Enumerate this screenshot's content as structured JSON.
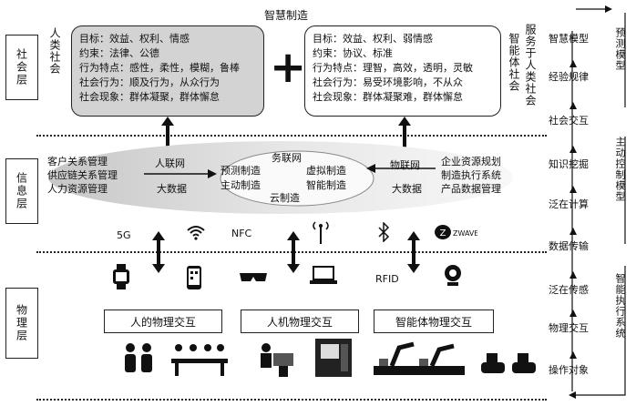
{
  "title": "智慧制造",
  "layers": {
    "social": "社会层",
    "info": "信息层",
    "physical": "物理层"
  },
  "human_society_label": "人类社会",
  "left_box": [
    "目标：效益、权利、情感",
    "约束：法律、公德",
    "行为特点：感性，柔性，模糊，鲁棒",
    "社会行为：顺及行为，从众行为",
    "社会现象：群体凝聚，群体懈怠"
  ],
  "right_box": [
    "目标：效益、权利、弱情感",
    "约束：协议、标准",
    "行为特点：理智，高效，透明，灵敏",
    "社会行为：易受环境影响，不从众",
    "社会现象：群体凝聚难，群体懈怠"
  ],
  "smart_society_label": "智能体社会",
  "serve_label": "服务于人类社会",
  "plus": "+",
  "info_left": [
    "客户关系管理",
    "供应链关系管理",
    "人力资源管理"
  ],
  "info_right": [
    "企业资源规划",
    "制造执行系统",
    "产品数据管理"
  ],
  "ellipse": {
    "top": "务联网",
    "left1": "预测制造",
    "left2": "主动制造",
    "right1": "虚拟制造",
    "right2": "智能制造",
    "bottom": "云制造"
  },
  "arrows": {
    "human_net": "人联网",
    "iot": "物联网",
    "big_data_left": "大数据",
    "big_data_right": "大数据"
  },
  "protocols": [
    "5G",
    "NFC",
    "RFID",
    "ZWAVE"
  ],
  "physical_labels": [
    "人的物理交互",
    "人机物理交互",
    "智能体物理交互"
  ],
  "right_flow": [
    "智慧模型",
    "经验规律",
    "社会交互",
    "知识挖掘",
    "泛在计算",
    "数据传输",
    "泛在传感",
    "物理交互",
    "操作对象"
  ],
  "right_models": [
    "预测模型",
    "主动控制模型",
    "智能执行系统"
  ]
}
